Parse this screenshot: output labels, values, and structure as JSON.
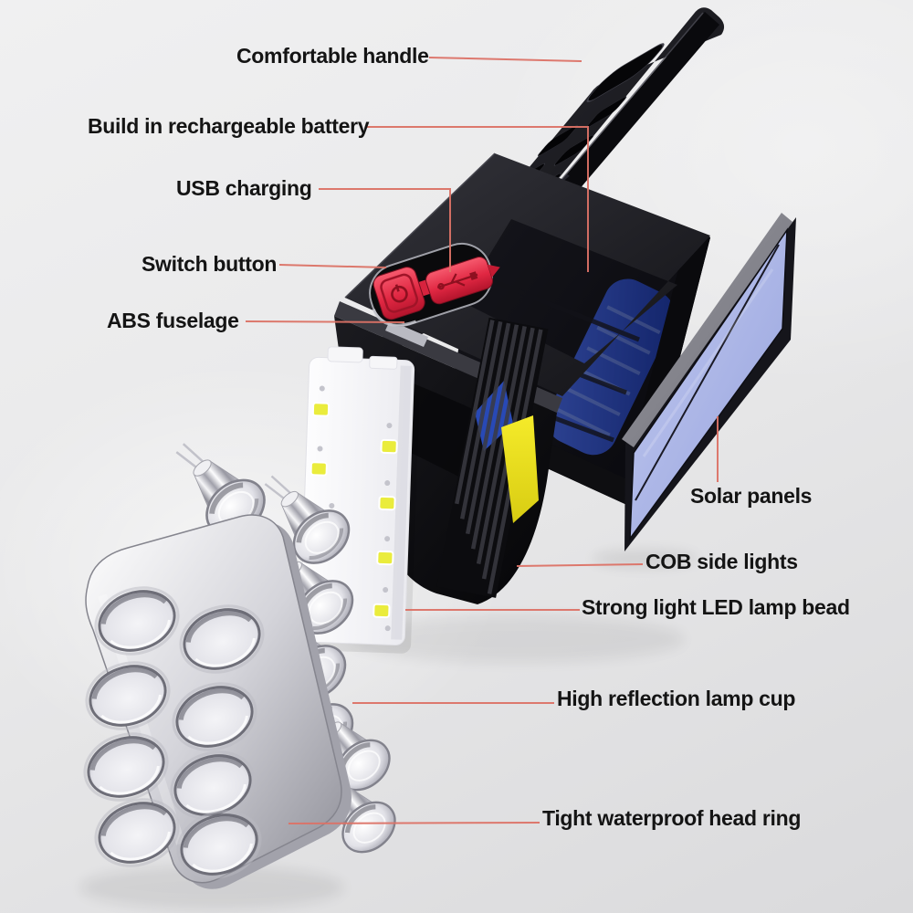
{
  "scene": {
    "description": "Exploded view of a solar USB rechargeable 8-LED handheld flashlight with callout labels on a light gray background"
  },
  "colors": {
    "background": "#e9e9ea",
    "label_text": "#141414",
    "leader_line": "#dc7266",
    "body_black": "#121216",
    "button_red": "#e02742",
    "battery_blue": "#2c50c8",
    "solar_panel_blue": "#aab4e4",
    "cob_led_yellow": "#eaec3c",
    "sticker_yellow": "#ede11c",
    "reflector_silver": "#d9d9df"
  },
  "labels": [
    {
      "id": "comfortable-handle",
      "text": "Comfortable handle",
      "side": "left"
    },
    {
      "id": "rechargeable-battery",
      "text": "Build in rechargeable battery",
      "side": "left"
    },
    {
      "id": "usb-charging",
      "text": "USB charging",
      "side": "left"
    },
    {
      "id": "switch-button",
      "text": "Switch button",
      "side": "left"
    },
    {
      "id": "abs-fuselage",
      "text": "ABS fuselage",
      "side": "left"
    },
    {
      "id": "solar-panels",
      "text": "Solar panels",
      "side": "right"
    },
    {
      "id": "cob-side-lights",
      "text": "COB side lights",
      "side": "right"
    },
    {
      "id": "strong-light-led-lamp-bead",
      "text": "Strong light LED lamp bead",
      "side": "right"
    },
    {
      "id": "high-reflection-lamp-cup",
      "text": "High reflection lamp cup",
      "side": "right"
    },
    {
      "id": "tight-waterproof-head-ring",
      "text": "Tight waterproof head ring",
      "side": "right"
    }
  ]
}
